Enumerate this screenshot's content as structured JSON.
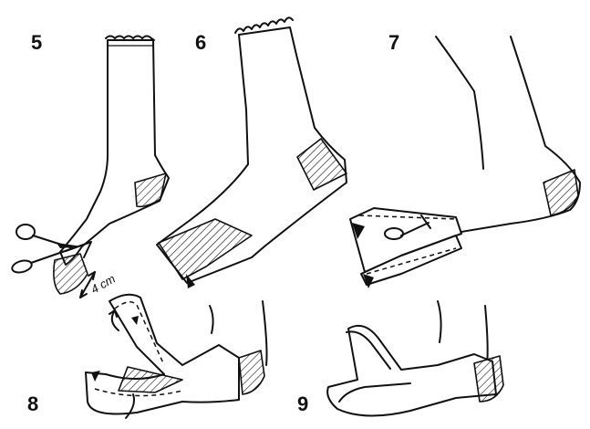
{
  "steps": [
    {
      "number": "5"
    },
    {
      "number": "6"
    },
    {
      "number": "7"
    },
    {
      "number": "8"
    },
    {
      "number": "9"
    }
  ],
  "measurement_label": "4 cm",
  "icons": [
    "scissors-icon",
    "curved-arrow-icon",
    "measure-arrow-icon"
  ]
}
